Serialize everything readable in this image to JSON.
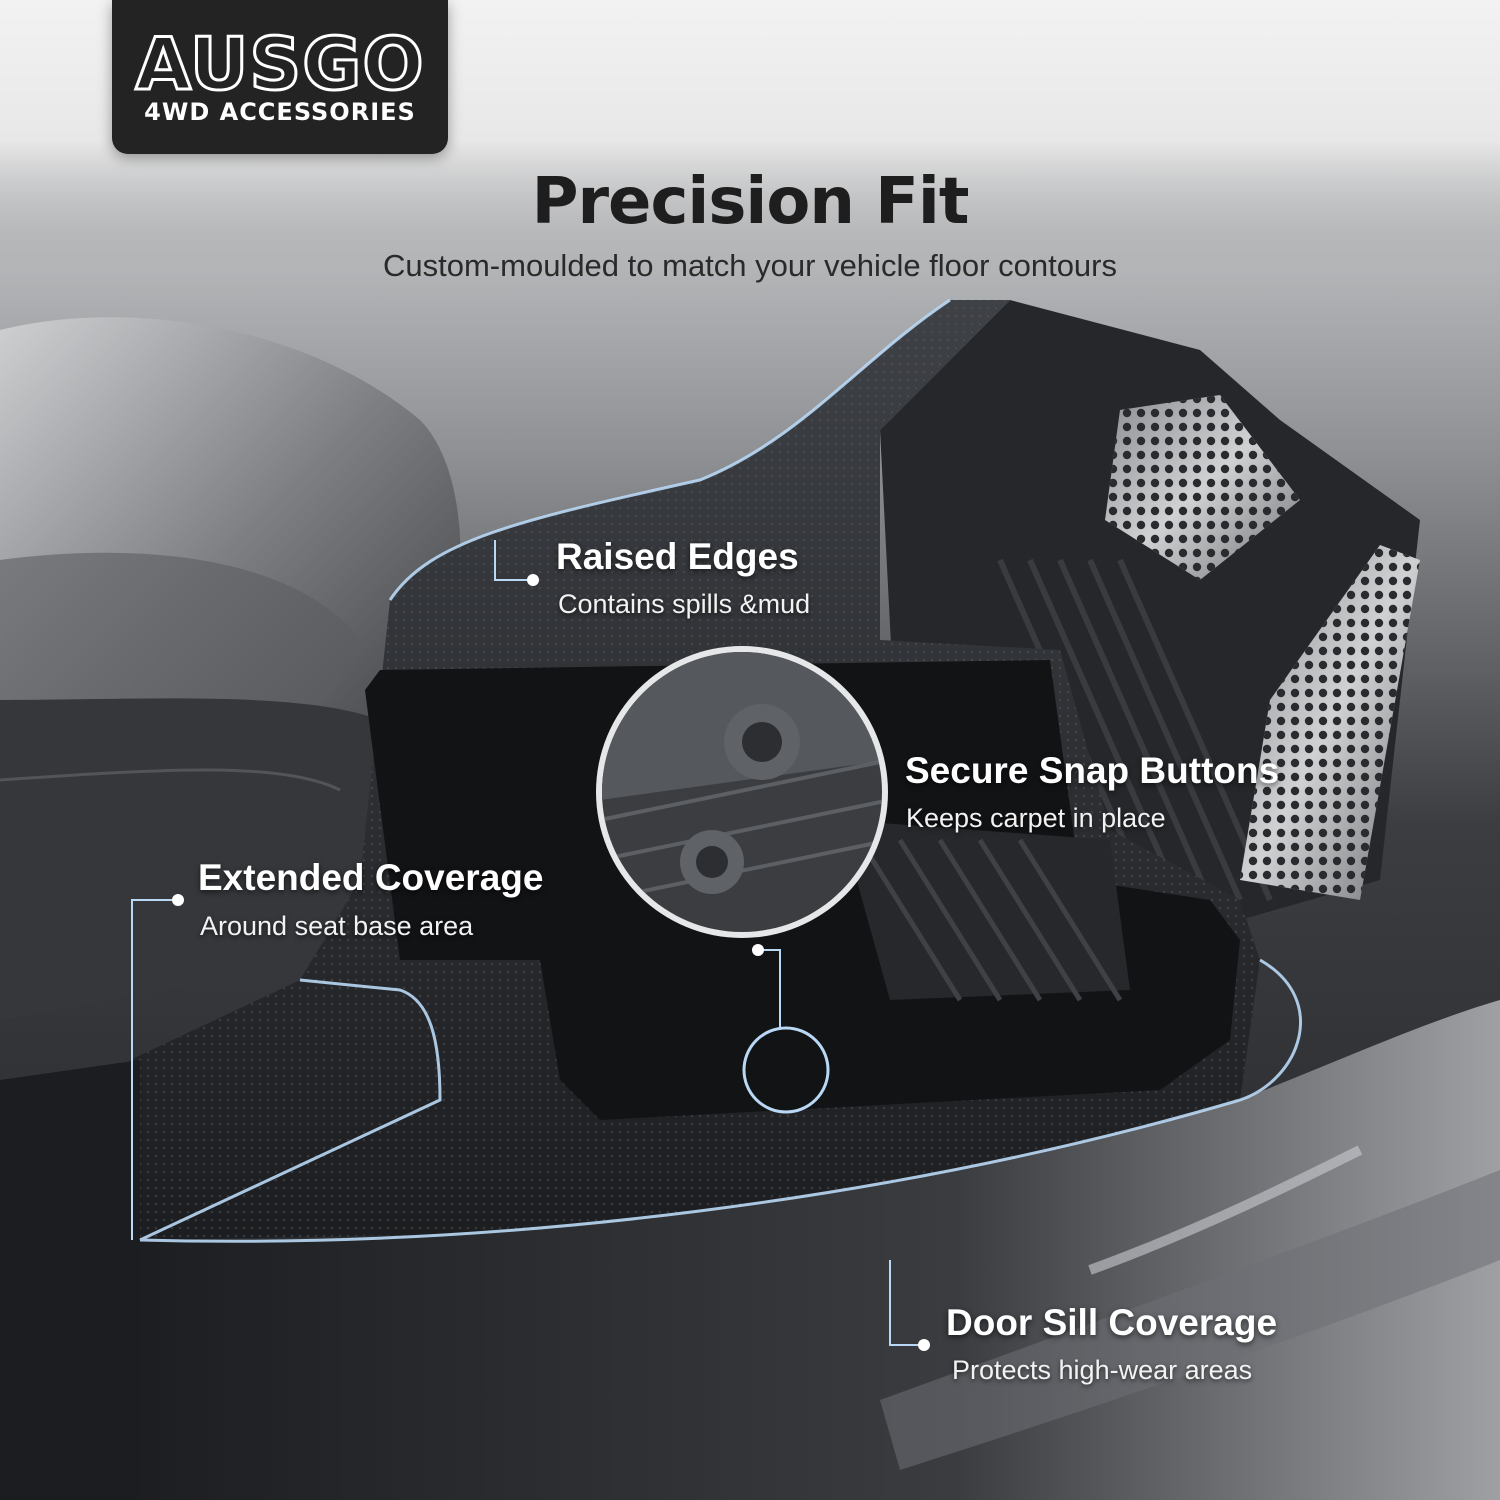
{
  "brand": {
    "name": "AUSGO",
    "tagline": "4WD ACCESSORIES"
  },
  "headline": {
    "title": "Precision Fit",
    "subtitle": "Custom-moulded to match your vehicle floor contours"
  },
  "callouts": {
    "raised_edges": {
      "title": "Raised Edges",
      "desc": "Contains spills &mud"
    },
    "snap_buttons": {
      "title": "Secure Snap Buttons",
      "desc": "Keeps carpet in place"
    },
    "extended_coverage": {
      "title": "Extended Coverage",
      "desc": "Around seat base area"
    },
    "door_sill": {
      "title": "Door Sill Coverage",
      "desc": "Protects high-wear areas"
    }
  },
  "colors": {
    "accent_outline": "#b9d8f5",
    "logo_background": "#232323",
    "mat_black": "#1b1c1e"
  },
  "icons": [
    "snap-button-icon",
    "zoom-lens-icon",
    "pedal-icon"
  ]
}
